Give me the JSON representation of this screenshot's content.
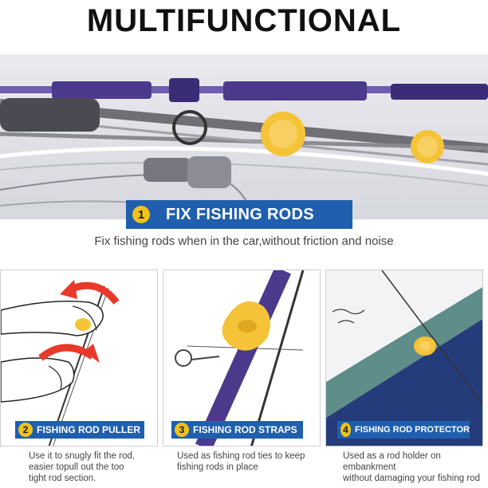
{
  "title": "MULTIFUNCTIONAL",
  "hero": {
    "number": "1",
    "label": "FIX FISHING RODS",
    "caption": "Fix fishing rods when in the car,without friction and noise"
  },
  "panels": [
    {
      "number": "2",
      "label": "FISHING ROD PULLER",
      "description": [
        "Use it to snugly fit the rod,",
        "easier topull out the too",
        "tight rod section."
      ]
    },
    {
      "number": "3",
      "label": "FISHING ROD STRAPS",
      "description": [
        "Used as fishing rod ties to keep",
        "fishing rods in place"
      ]
    },
    {
      "number": "4",
      "label": "FISHING ROD PROTECTOR",
      "description": [
        "Used as a rod holder on",
        "embankment",
        "without damaging your fishing rod"
      ]
    }
  ],
  "colors": {
    "accent_blue": "#1f5fae",
    "badge_yellow": "#f0c21a",
    "rod_purple": "#4b3a8c",
    "product_yellow": "#f5c338",
    "arrow_red": "#e8392b"
  }
}
